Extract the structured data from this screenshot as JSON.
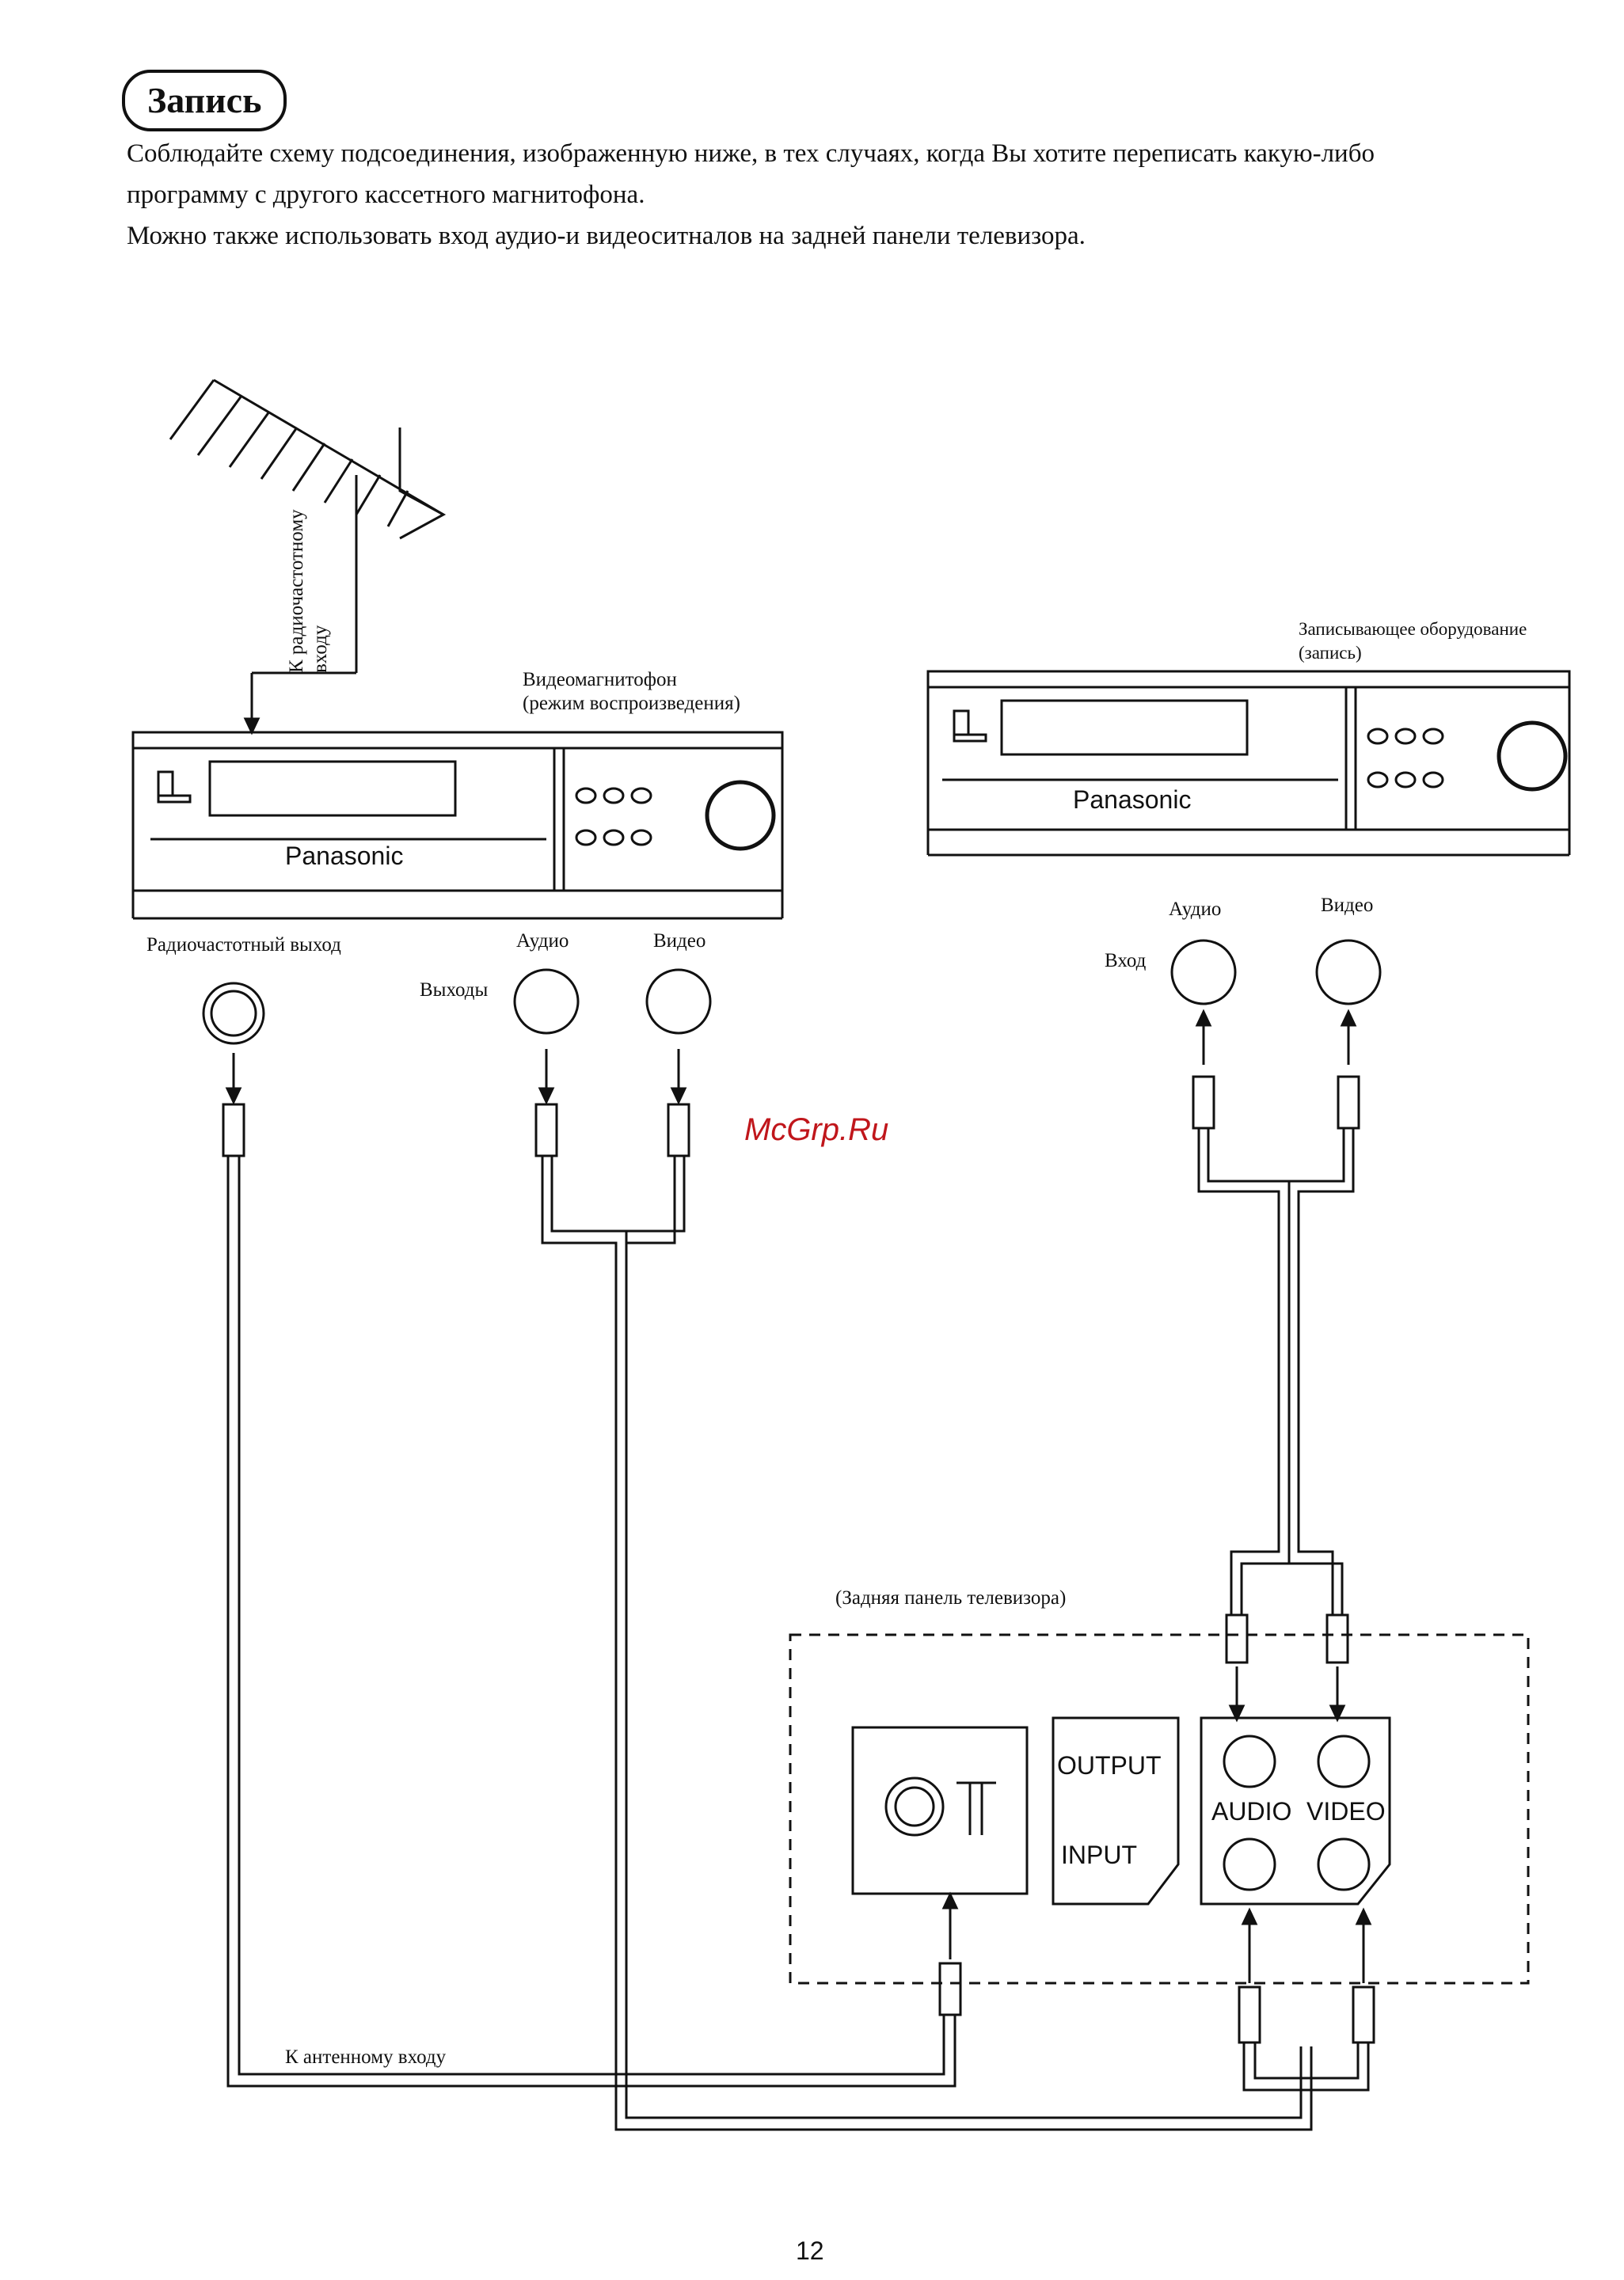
{
  "heading": "Запись",
  "intro": {
    "line1": "Соблюдайте схему подсоединения, изображенную ниже, в тех случаях, когда Вы хотите переписать какую-либо",
    "line2": "программу с другого кассетного магнитофона.",
    "line3": "Можно также использовать вход аудио-и видеоситналов на задней панели телевизора."
  },
  "antenna_label": {
    "line1": "К радиочастотному",
    "line2": "входу"
  },
  "vcr_left": {
    "caption_line1": "Видеомагнитофон",
    "caption_line2": "(режим воспроизведения)",
    "brand": "Panasonic",
    "rf_out": "Радиочастотный выход",
    "outputs": "Выходы",
    "audio": "Аудио",
    "video": "Видео"
  },
  "vcr_right": {
    "caption_line1": "Записывающее оборудование",
    "caption_line2": "(запись)",
    "brand": "Panasonic",
    "input": "Вход",
    "audio": "Аудио",
    "video": "Видео"
  },
  "tv_panel": {
    "caption": "(Задняя панель телевизора)",
    "output": "OUTPUT",
    "input": "INPUT",
    "audio": "AUDIO",
    "video": "VIDEO"
  },
  "antenna_input": "К антенному входу",
  "watermark": "McGrp.Ru",
  "page_number": "12"
}
